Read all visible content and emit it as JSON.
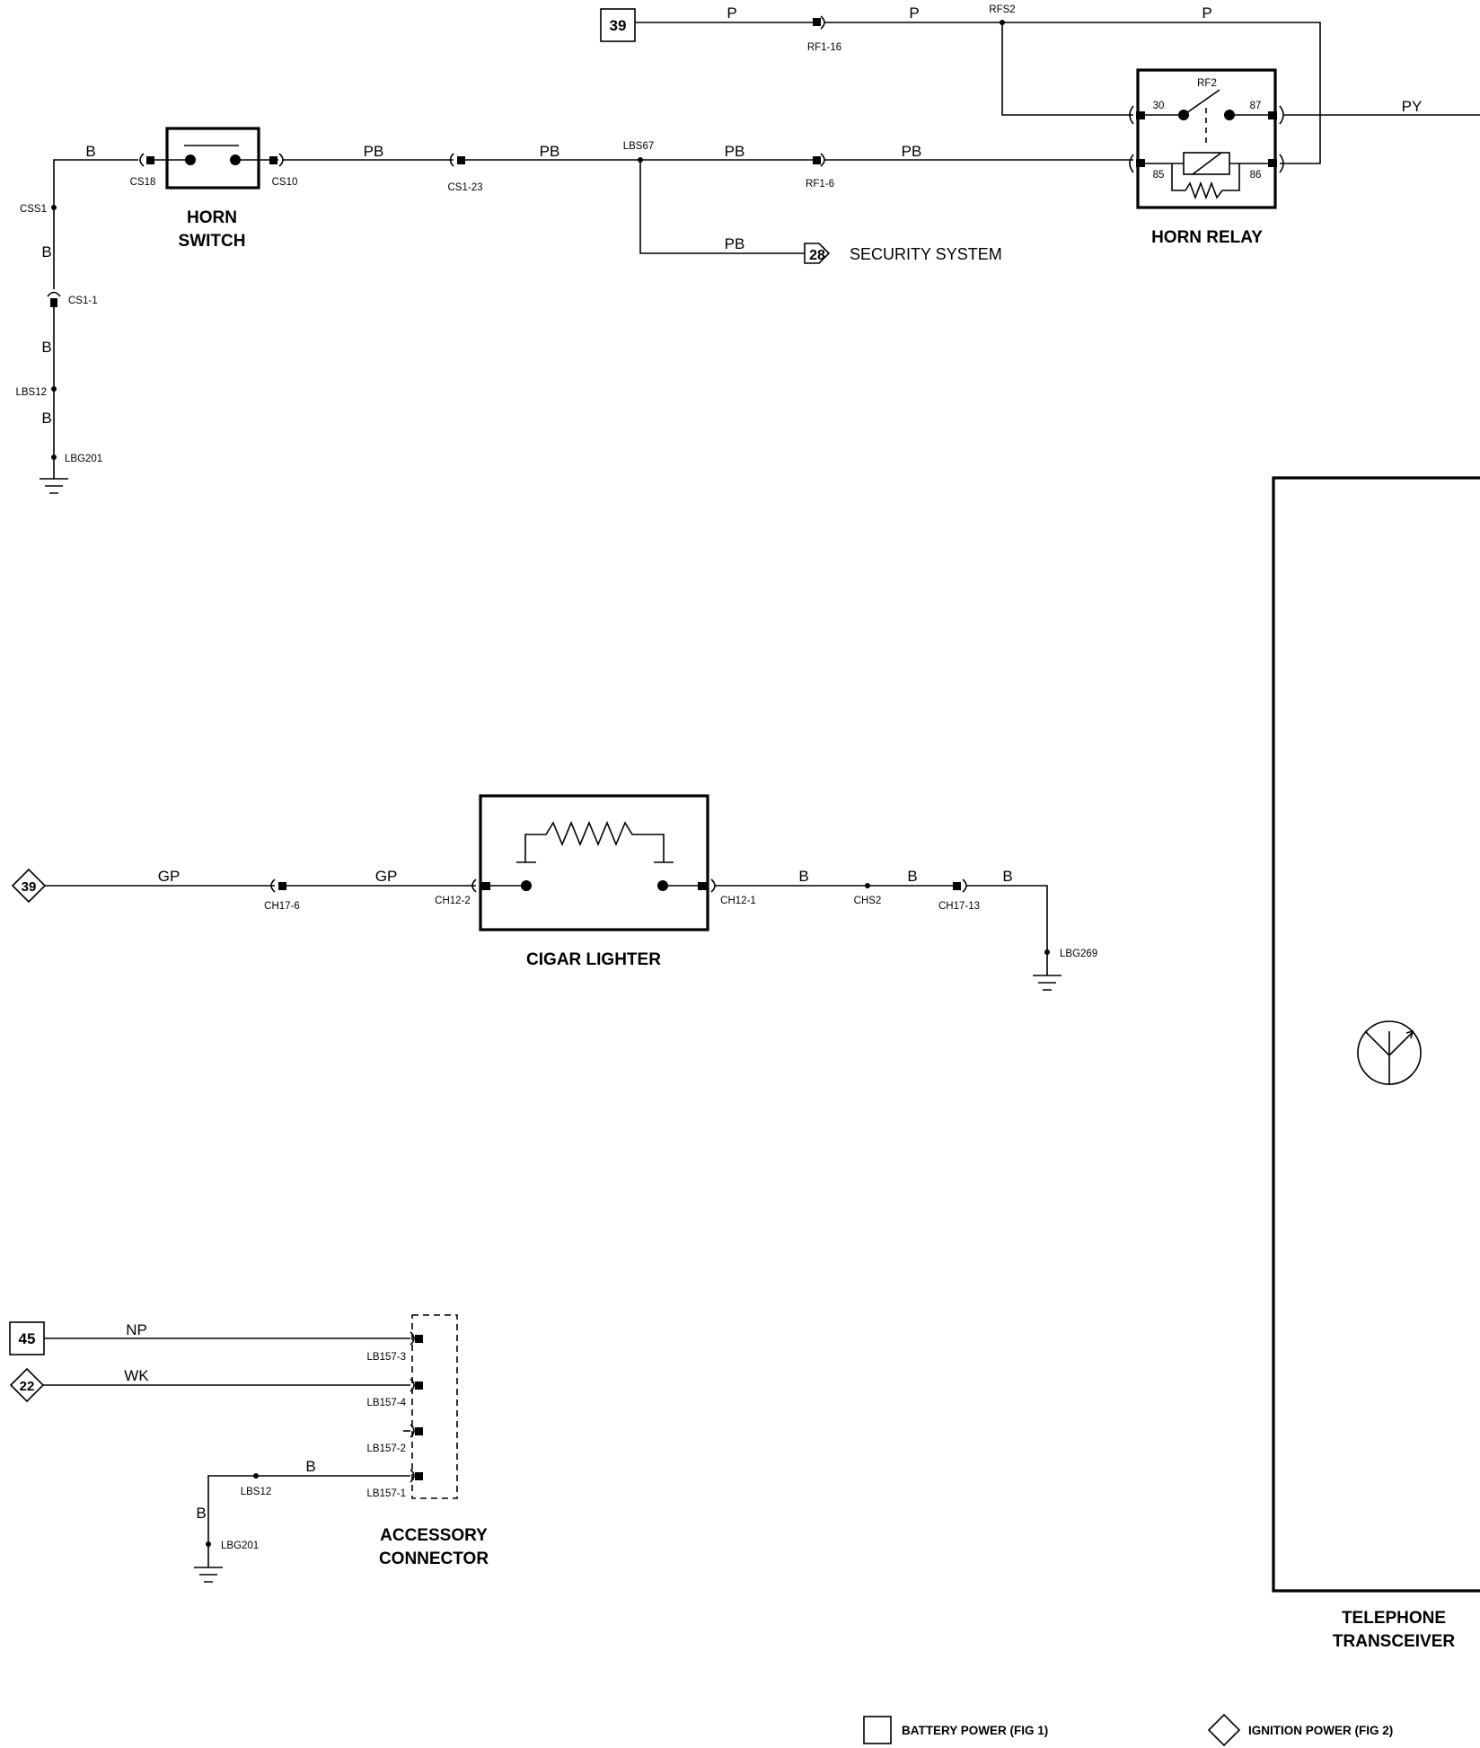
{
  "components": {
    "horn_switch": [
      "HORN",
      "SWITCH"
    ],
    "horn_relay": "HORN RELAY",
    "horn_relay_id": "RF2",
    "cigar_lighter": "CIGAR LIGHTER",
    "accessory_connector": [
      "ACCESSORY",
      "CONNECTOR"
    ],
    "telephone_transceiver": [
      "TELEPHONE",
      "TRANSCEIVER"
    ],
    "security_system": "SECURITY SYSTEM"
  },
  "relay_pins": {
    "p30": "30",
    "p87": "87",
    "p85": "85",
    "p86": "86"
  },
  "refs": {
    "battery_39": "39",
    "security_28": "28",
    "ignition_39": "39",
    "battery_45": "45",
    "ignition_22": "22"
  },
  "wires": {
    "P": "P",
    "PY": "PY",
    "B": "B",
    "PB": "PB",
    "GP": "GP",
    "NP": "NP",
    "WK": "WK"
  },
  "nodes": {
    "RF1_16": "RF1-16",
    "RFS2": "RFS2",
    "CS18": "CS18",
    "CS10": "CS10",
    "CS1_23": "CS1-23",
    "LBS67": "LBS67",
    "RF1_6": "RF1-6",
    "CSS1": "CSS1",
    "CS1_1": "CS1-1",
    "LBS12": "LBS12",
    "LBG201": "LBG201",
    "CH17_6": "CH17-6",
    "CH12_2": "CH12-2",
    "CH12_1": "CH12-1",
    "CHS2": "CHS2",
    "CH17_13": "CH17-13",
    "LBG269": "LBG269",
    "LB157_3": "LB157-3",
    "LB157_4": "LB157-4",
    "LB157_2": "LB157-2",
    "LB157_1": "LB157-1"
  },
  "legend": {
    "battery": "BATTERY POWER (FIG 1)",
    "ignition": "IGNITION POWER (FIG 2)"
  }
}
